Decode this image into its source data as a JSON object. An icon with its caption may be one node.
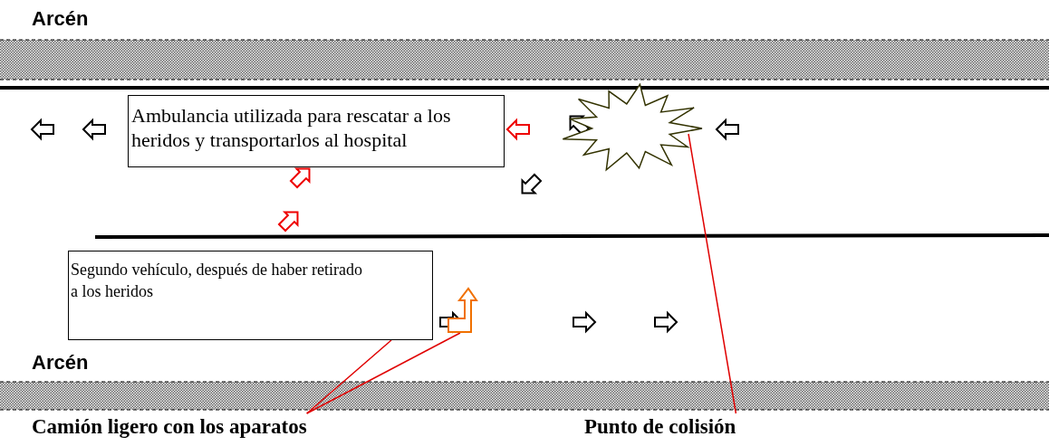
{
  "diagram": {
    "nodes": [
      {
        "text": [
          "Ambulancia utilizada para rescatar a los heridos y transportarlos al hospital"
        ]
      },
      {
        "text": [
          "Segundo vehículo, después de haber retirado a los heridos"
        ]
      },
      {
        "text": [
          "Camión ligero con los aparatos"
        ]
      },
      {
        "text": [
          "Punto de colisión"
        ]
      },
      {
        "text": [],
        "shape": "star"
      },
      {
        "text": [],
        "shape": "arrow"
      }
    ],
    "edges": [
      {
        "from": 2,
        "to": 1,
        "arrow": "none"
      },
      {
        "from": 2,
        "to": 5,
        "arrow": "none"
      },
      {
        "from": 3,
        "to": 4,
        "arrow": "none"
      }
    ],
    "labels": [
      "Arcén",
      "Arcén"
    ]
  }
}
